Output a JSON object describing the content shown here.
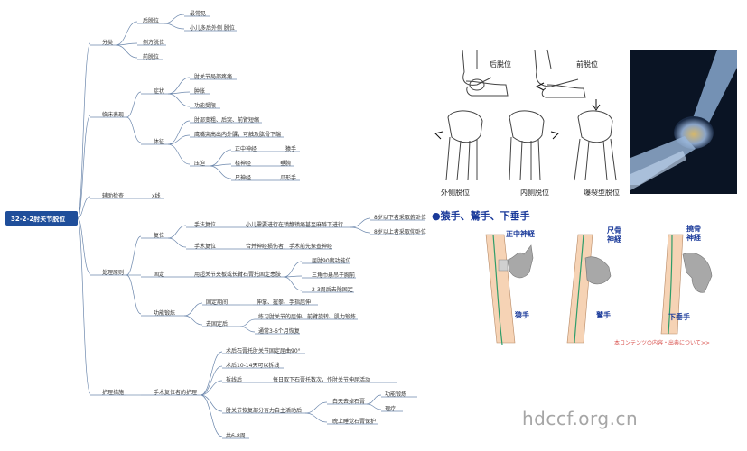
{
  "root": "32-2-2肘关节脱位",
  "nodes": {
    "fenlei": "分类",
    "houtuowei": "后脱位",
    "zuichangjian": "最常见",
    "xiaoer": "小儿多后外侧 脱位",
    "cefang": "侧方脱位",
    "qiantuowei": "前脱位",
    "linchuang": "临床表现",
    "zhengzhuang": "症状",
    "zhouguanjie_tengtong": "肘关节局部疼痛",
    "zhongzhang": "肿胀",
    "gongneng_shouxian": "功能受限",
    "tizheng": "体征",
    "zhoubu_bianxing": "肘部变粗、后突、前臂短缩",
    "yingzui": "鹰嘴突高出内外髁，可触及肱骨下端",
    "yapo": "压迫",
    "zhengzhong": "正中神经",
    "yuanshou": "猿手",
    "nao": "桡神经",
    "chuiwan": "垂腕",
    "chi": "尺神经",
    "zhuashou": "爪形手",
    "fuzhu": "辅助检查",
    "xxian": "x线",
    "chuli": "处理原则",
    "fuwei": "复位",
    "shoufa": "手法复位",
    "xiaoer_mazui": "小儿需要进行在镇静镇痛甚至麻醉下进行",
    "ba_xia": "8岁以下者采取俯卧位",
    "ba_shang": "8岁以上者采取仰卧位",
    "shoushu": "手术复位",
    "heping": "合并神经损伤者，手术前先探查神经",
    "guding": "固定",
    "chaoguan": "用超关节夹板或长臂石膏托固定患肢",
    "qushou90": "屈肘90度功能位",
    "sanjiaojin": "三角巾悬吊于胸前",
    "san_zhou": "2-3周后去除固定",
    "gongneng_duanlian": "功能锻炼",
    "guding_qijian": "固定期间",
    "shenzhang": "伸掌、握拳、手指屈伸",
    "qu_guding_hou": "去固定后",
    "lianxi": "练习肘关节的屈伸、前臂旋转、肌力锻炼",
    "tongchang": "通常3-6个月恢复",
    "huli": "护理措施",
    "shoushu_huli": "手术复位者的护理",
    "shuhou": "术后石膏托肘关节固定屈曲90°",
    "shuhou10": "术后10-14天可以拆线",
    "chaixian": "拆线后",
    "meiri": "每日取下石膏托数次，作肘关节伸屈活动",
    "zhouguanjie_fudu": "肘关节恢复部分有力自主活动后",
    "bai_tian": "白天去掉石膏",
    "gongneng_dl2": "功能锻炼",
    "liliao": "理疗",
    "wan_shang": "晚上睡觉石膏保护",
    "gong68": "共6-8周"
  },
  "figure": {
    "houtuowei": "后脱位",
    "qiantuowei": "前脱位",
    "waice": "外侧脱位",
    "neice": "内侧脱位",
    "baolie": "爆裂型脱位",
    "nerve_title": "●猿手、鷲手、下垂手",
    "zhengzhong": "正中神経",
    "chigu_1": "尺骨",
    "chigu_2": "神経",
    "naogu_1": "撓骨",
    "naogu_2": "神経",
    "yuanshou": "猿手",
    "jiushou": "鷲手",
    "xiachuishou": "下垂手",
    "credit": "本コンテンツの内容・出典について>>"
  },
  "watermark": "hdccf.org.cn",
  "colors": {
    "root_bg": "#1f4e9a",
    "line": "#6d88ad",
    "nerve_title": "#1a3a9a",
    "nerve_label": "#1a3a9a",
    "hand_label": "#1a3a9a",
    "credit": "#d9534f"
  }
}
